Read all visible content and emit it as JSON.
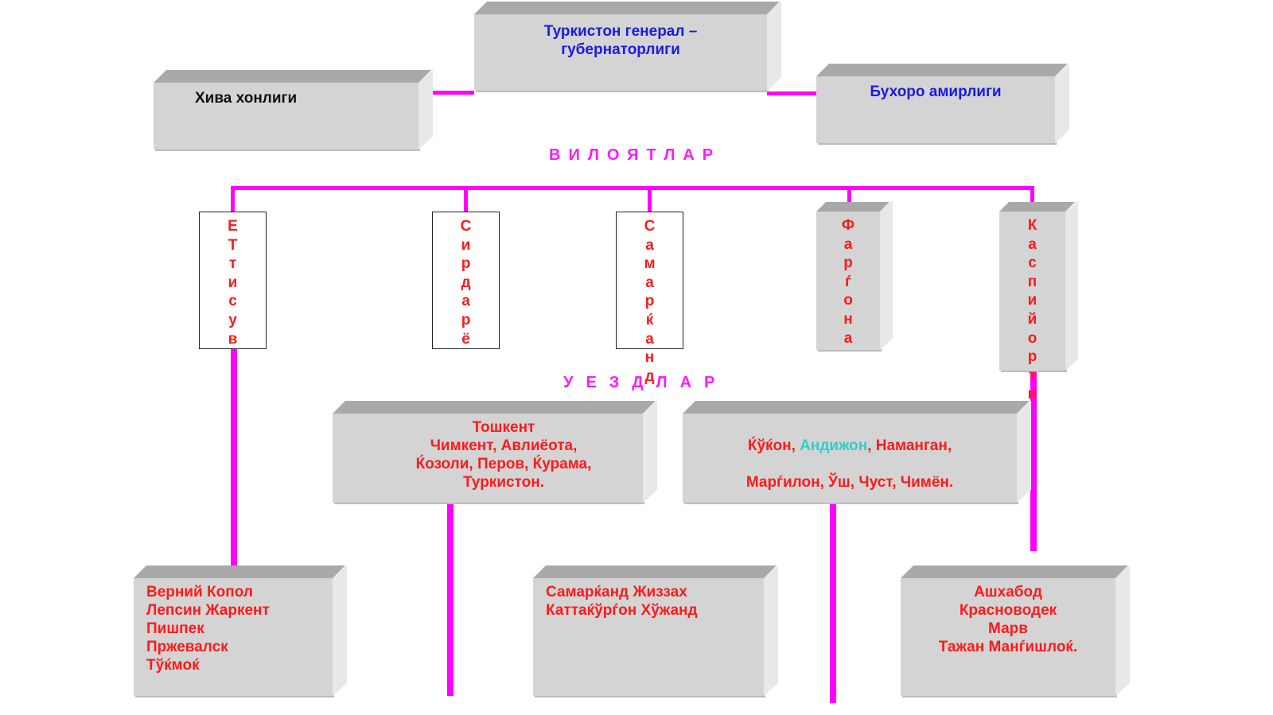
{
  "top": {
    "governorate": "Туркистон   генерал –\n губернаторлиги",
    "khiva": "Хива   хонлиги",
    "bukhara": "Бухоро   амирлиги"
  },
  "labels": {
    "regions": "ВИЛОЯТЛАР",
    "districts": "УЕЗДЛАР"
  },
  "regions": [
    {
      "key": "yettisuv",
      "name": "ЕТтисув"
    },
    {
      "key": "sirdaryo",
      "name": "Сирдарё"
    },
    {
      "key": "samarkand",
      "name": "Самарќанд"
    },
    {
      "key": "fergana",
      "name": "Фарѓона"
    },
    {
      "key": "transcaspian",
      "name": "Каспийорти"
    }
  ],
  "districts": {
    "sirdaryo": "Тошкент\nЧимкент, Авлиёота,\nЌозоли, Перов, Ќурама,\nТуркистон.",
    "fergana_part1": "Ќўќон, ",
    "fergana_highlight": "Андижон",
    "fergana_part2": ", Наманган,",
    "fergana_line2": "Марѓилон, Ўш, Чуст, Чимён.",
    "yettisuv": "Верний Копол\nЛепсин Жаркент\nПишпек\nПржевалск\nТўќмоќ",
    "samarkand": "Самарќанд Жиззах\nКаттаќўрѓон Хўжанд",
    "transcaspian": "Ашхабод\nКрасноводек\nМарв\nТажан Манѓишлоќ."
  },
  "colors": {
    "connector": "#ff00ff",
    "box_face": "#d4d4d4",
    "title_text": "#1a1ae6",
    "region_text": "#ff1a1a",
    "highlight_text": "#33cccc"
  }
}
